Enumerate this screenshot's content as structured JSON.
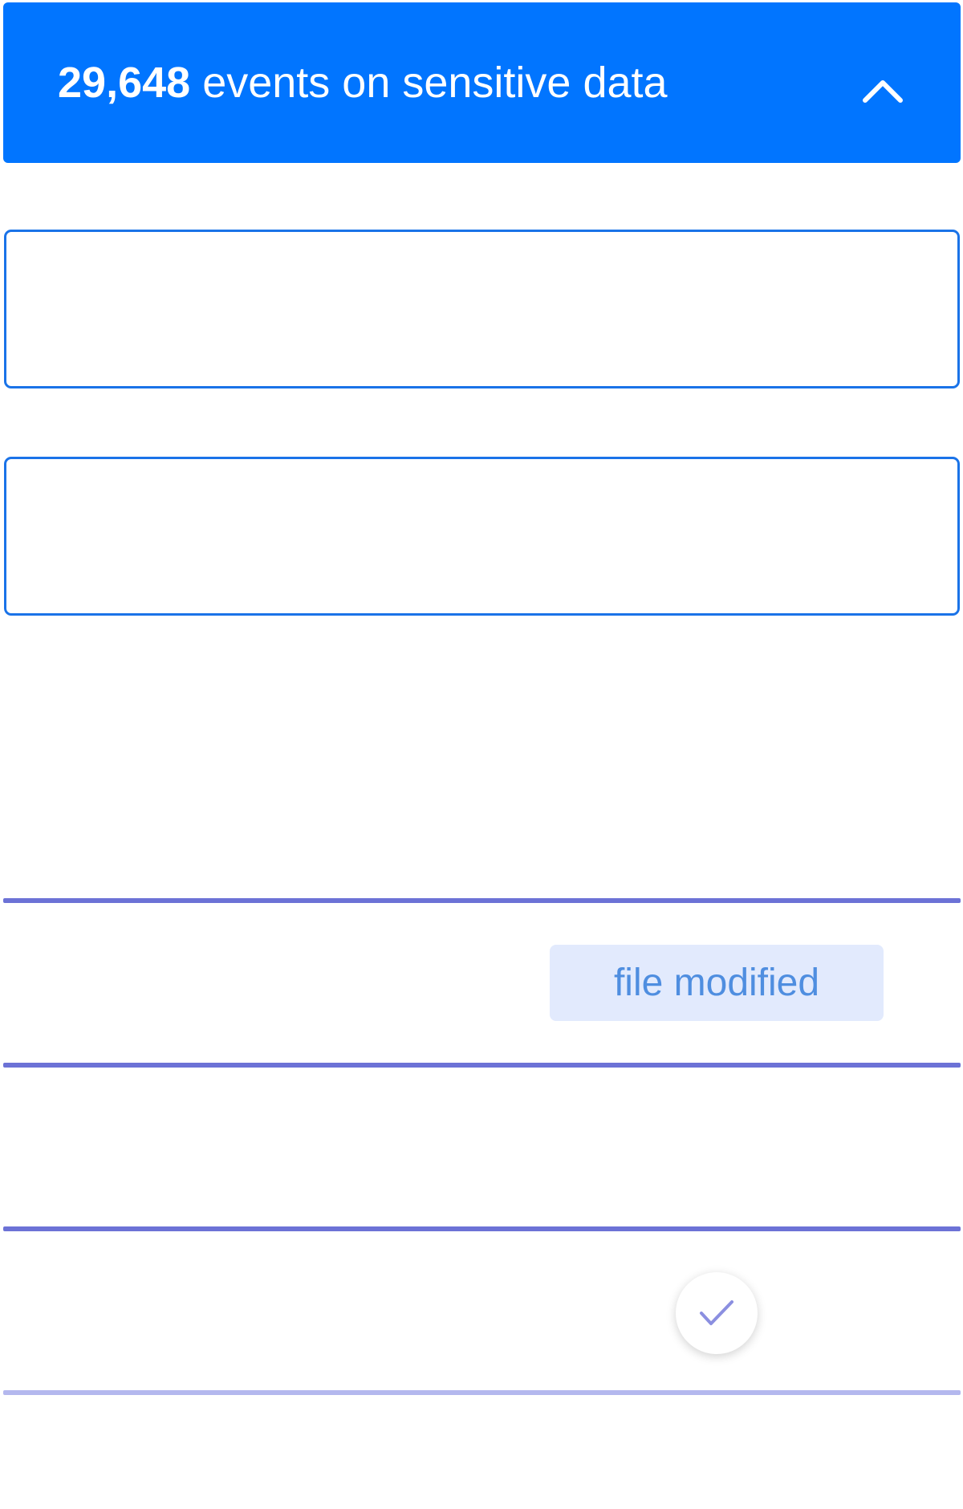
{
  "header": {
    "event_count": "29,648",
    "label": "events on sensitive data",
    "toggle_icon": "chevron-up-icon",
    "background_color": "#0175ff"
  },
  "filters": {
    "border_color": "#1a73e8"
  },
  "events": {
    "divider_color": "#6c72d6",
    "rows": [
      {
        "tag": "file modified"
      },
      {
        "tag": ""
      },
      {
        "status_icon": "checkmark-icon"
      }
    ]
  }
}
